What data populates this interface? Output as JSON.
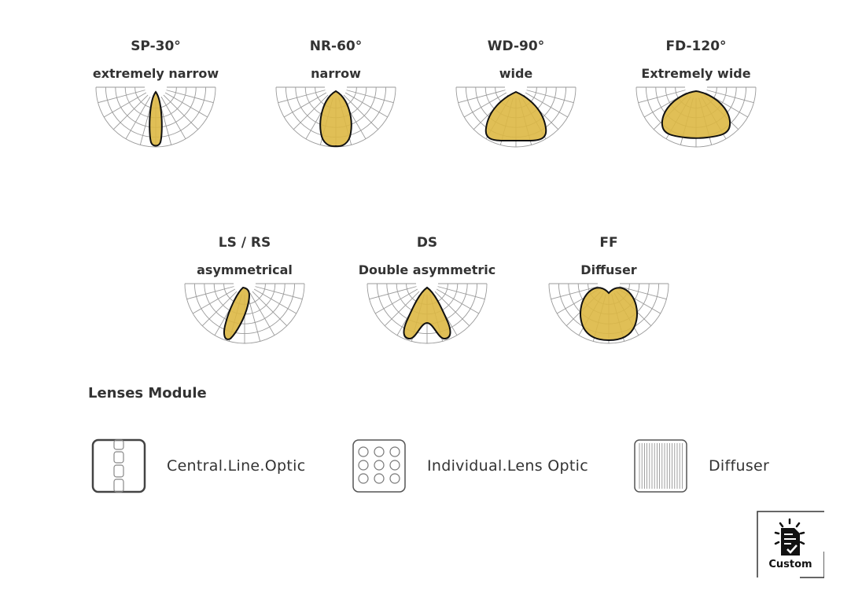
{
  "colors": {
    "fill": "#DDB844",
    "grid": "#9a9a9a",
    "text": "#333333"
  },
  "distributions": [
    {
      "code": "SP-30°",
      "desc": "extremely narrow",
      "shape": "sp"
    },
    {
      "code": "NR-60°",
      "desc": "narrow",
      "shape": "nr"
    },
    {
      "code": "WD-90°",
      "desc": "wide",
      "shape": "wd"
    },
    {
      "code": "FD-120°",
      "desc": "Extremely wide",
      "shape": "fd"
    },
    {
      "code": "LS / RS",
      "desc": "asymmetrical",
      "shape": "ls"
    },
    {
      "code": "DS",
      "desc": "Double asymmetric",
      "shape": "ds"
    },
    {
      "code": "FF",
      "desc": "Diffuser",
      "shape": "ff"
    }
  ],
  "section_title": "Lenses Module",
  "modules": [
    {
      "label": "Central.Line.Optic",
      "icon": "central-line-optic-icon"
    },
    {
      "label": "Individual.Lens Optic",
      "icon": "individual-lens-icon"
    },
    {
      "label": "Diffuser",
      "icon": "diffuser-icon"
    }
  ],
  "custom_label": "Custom"
}
